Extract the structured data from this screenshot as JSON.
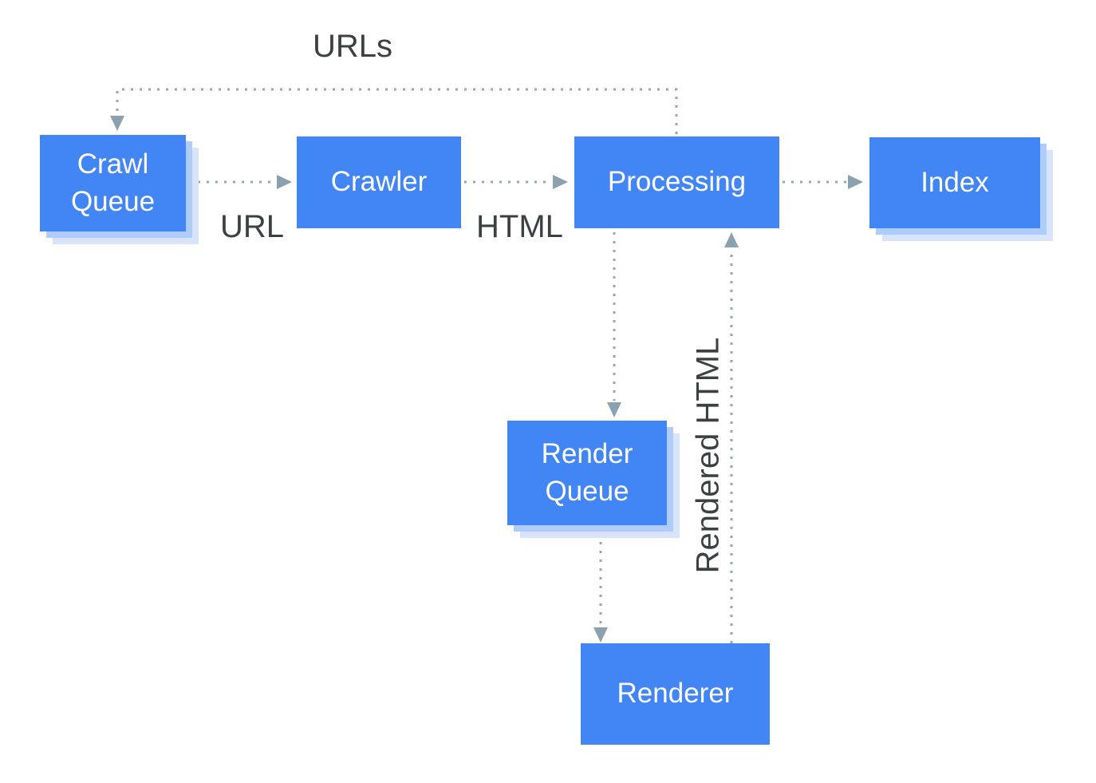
{
  "nodes": [
    {
      "id": "crawl-queue",
      "label": "Crawl Queue"
    },
    {
      "id": "crawler",
      "label": "Crawler"
    },
    {
      "id": "processing",
      "label": "Processing"
    },
    {
      "id": "index",
      "label": "Index"
    },
    {
      "id": "render-queue",
      "label": "Render Queue"
    },
    {
      "id": "renderer",
      "label": "Renderer"
    }
  ],
  "edge_labels": {
    "urls": "URLs",
    "url": "URL",
    "html": "HTML",
    "rendered_html": "Rendered HTML"
  },
  "edges": [
    {
      "from": "processing",
      "to": "crawl-queue",
      "label": "URLs"
    },
    {
      "from": "crawl-queue",
      "to": "crawler",
      "label": "URL"
    },
    {
      "from": "crawler",
      "to": "processing",
      "label": "HTML"
    },
    {
      "from": "processing",
      "to": "index",
      "label": ""
    },
    {
      "from": "processing",
      "to": "render-queue",
      "label": ""
    },
    {
      "from": "render-queue",
      "to": "renderer",
      "label": ""
    },
    {
      "from": "renderer",
      "to": "processing",
      "label": "Rendered HTML"
    }
  ],
  "colors": {
    "node_fill": "#4285f4",
    "node_text": "#ffffff",
    "shadow_inner": "#aecbfa",
    "shadow_outer": "#d7e4fc",
    "connector": "#98a6ae",
    "arrowhead": "#8ba1b0",
    "label_text": "#3c4043",
    "background": "#ffffff"
  }
}
